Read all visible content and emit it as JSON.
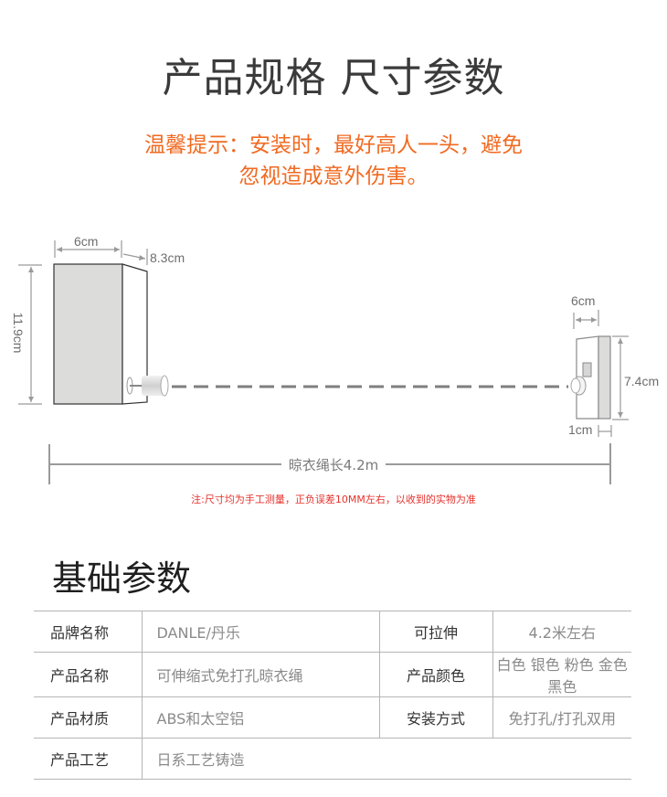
{
  "header": {
    "title": "产品规格 尺寸参数",
    "tip_line1": "温馨提示：安装时，最好高人一头，避免",
    "tip_line2": "忽视造成意外伤害。"
  },
  "diagram": {
    "left_unit": {
      "width_label": "6cm",
      "depth_label": "8.3cm",
      "height_label": "11.9cm"
    },
    "right_unit": {
      "width_label": "6cm",
      "height_label": "7.4cm",
      "thickness_label": "1cm"
    },
    "rope_label": "晾衣绳长4.2m",
    "note": "注:尺寸均为手工测量，正负误差10MM左右，以收到的实物为准",
    "colors": {
      "body_fill": "#dcdcda",
      "line": "#8a8a8a",
      "tip_orange": "#f06a21",
      "note_red": "#e5322d"
    }
  },
  "specs": {
    "title": "基础参数",
    "rows": [
      {
        "k1": "品牌名称",
        "v1": "DANLE/丹乐",
        "k2": "可拉伸",
        "v2": "4.2米左右"
      },
      {
        "k1": "产品名称",
        "v1": "可伸缩式免打孔晾衣绳",
        "k2": "产品颜色",
        "v2": "白色 银色 粉色 金色 黑色"
      },
      {
        "k1": "产品材质",
        "v1": "ABS和太空铝",
        "k2": "安装方式",
        "v2": "免打孔/打孔双用"
      },
      {
        "k1": "产品工艺",
        "v1": "日系工艺铸造",
        "k2": "",
        "v2": ""
      }
    ]
  }
}
